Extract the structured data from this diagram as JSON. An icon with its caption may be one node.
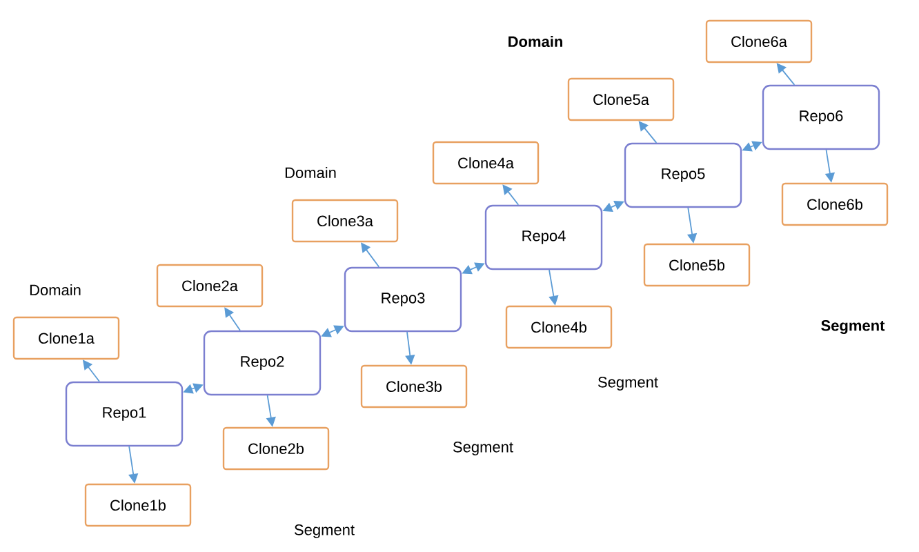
{
  "diagram": {
    "nodes": [
      {
        "text": [
          "Repo1"
        ]
      },
      {
        "text": [
          "Clone1a"
        ]
      },
      {
        "text": [
          "Clone1b"
        ]
      },
      {
        "text": [
          "Repo2"
        ]
      },
      {
        "text": [
          "Clone2a"
        ]
      },
      {
        "text": [
          "Clone2b"
        ]
      },
      {
        "text": [
          "Repo3"
        ]
      },
      {
        "text": [
          "Clone3a"
        ]
      },
      {
        "text": [
          "Clone3b"
        ]
      },
      {
        "text": [
          "Repo4"
        ]
      },
      {
        "text": [
          "Clone4a"
        ]
      },
      {
        "text": [
          "Clone4b"
        ]
      },
      {
        "text": [
          "Repo5"
        ]
      },
      {
        "text": [
          "Clone5a"
        ]
      },
      {
        "text": [
          "Clone5b"
        ]
      },
      {
        "text": [
          "Repo6"
        ]
      },
      {
        "text": [
          "Clone6a"
        ]
      },
      {
        "text": [
          "Clone6b"
        ]
      }
    ],
    "edges": [
      {
        "from": 0,
        "to": 1,
        "arrow": "to"
      },
      {
        "from": 0,
        "to": 2,
        "arrow": "to"
      },
      {
        "from": 0,
        "to": 3,
        "arrow": "both"
      },
      {
        "from": 3,
        "to": 4,
        "arrow": "to"
      },
      {
        "from": 3,
        "to": 5,
        "arrow": "to"
      },
      {
        "from": 3,
        "to": 6,
        "arrow": "both"
      },
      {
        "from": 6,
        "to": 7,
        "arrow": "to"
      },
      {
        "from": 6,
        "to": 8,
        "arrow": "to"
      },
      {
        "from": 6,
        "to": 9,
        "arrow": "both"
      },
      {
        "from": 9,
        "to": 10,
        "arrow": "to"
      },
      {
        "from": 9,
        "to": 11,
        "arrow": "to"
      },
      {
        "from": 9,
        "to": 12,
        "arrow": "both"
      },
      {
        "from": 12,
        "to": 13,
        "arrow": "to"
      },
      {
        "from": 12,
        "to": 14,
        "arrow": "to"
      },
      {
        "from": 12,
        "to": 15,
        "arrow": "both"
      },
      {
        "from": 15,
        "to": 16,
        "arrow": "to"
      },
      {
        "from": 15,
        "to": 17,
        "arrow": "to"
      }
    ],
    "labels": [
      "Domain",
      "Domain",
      "Domain",
      "Segment",
      "Segment",
      "Segment",
      "Segment"
    ]
  }
}
